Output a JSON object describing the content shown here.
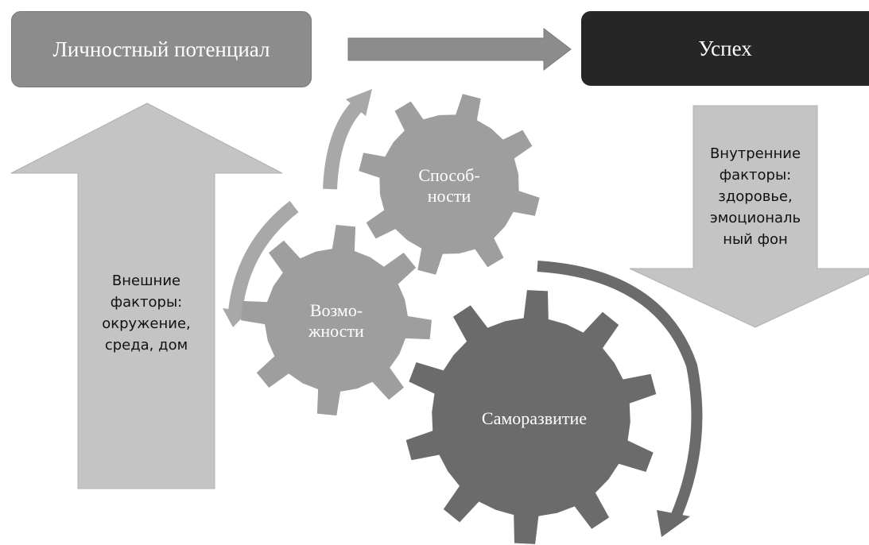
{
  "title_box": {
    "label": "Личностный потенциал"
  },
  "success_box": {
    "label": "Успех"
  },
  "external_factors": {
    "text": "Внешние\nфакторы:\nокружение,\nсреда, дом"
  },
  "internal_factors": {
    "text": "Внутренние\nфакторы:\nздоровье,\nэмоциональ\nный фон"
  },
  "gears": {
    "abilities": {
      "label": "Способ-\nности"
    },
    "opportunities": {
      "label": "Возмо-\nжности"
    },
    "self_development": {
      "label": "Саморазвитие"
    }
  },
  "colors": {
    "light_gray": "#c4c4c4",
    "medium_gray": "#8c8c8c",
    "gear_light": "#9e9e9e",
    "gear_dark": "#6b6b6b",
    "dark": "#262626"
  }
}
